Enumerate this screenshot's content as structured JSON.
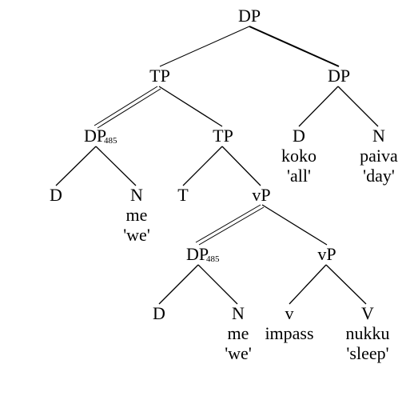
{
  "tree": {
    "root": "DP",
    "tp_upper": "TP",
    "dp_right": "DP",
    "dp_subject": "DP",
    "dp_subject_index": "485",
    "tp_lower": "TP",
    "d_right": "D",
    "d_right_word": "koko",
    "d_right_gloss": "'all'",
    "n_right": "N",
    "n_right_word": "paiva",
    "n_right_gloss": "'day'",
    "d_subject": "D",
    "n_subject": "N",
    "n_subject_word": "me",
    "n_subject_gloss": "'we'",
    "t_head": "T",
    "vp_upper": "vP",
    "dp_trace": "DP",
    "dp_trace_index": "485",
    "vp_lower": "vP",
    "d_trace": "D",
    "n_trace": "N",
    "n_trace_word": "me",
    "n_trace_gloss": "'we'",
    "v_head": "v",
    "v_head_word": "impass",
    "verb": "V",
    "verb_word": "nukku",
    "verb_gloss": "'sleep'"
  }
}
